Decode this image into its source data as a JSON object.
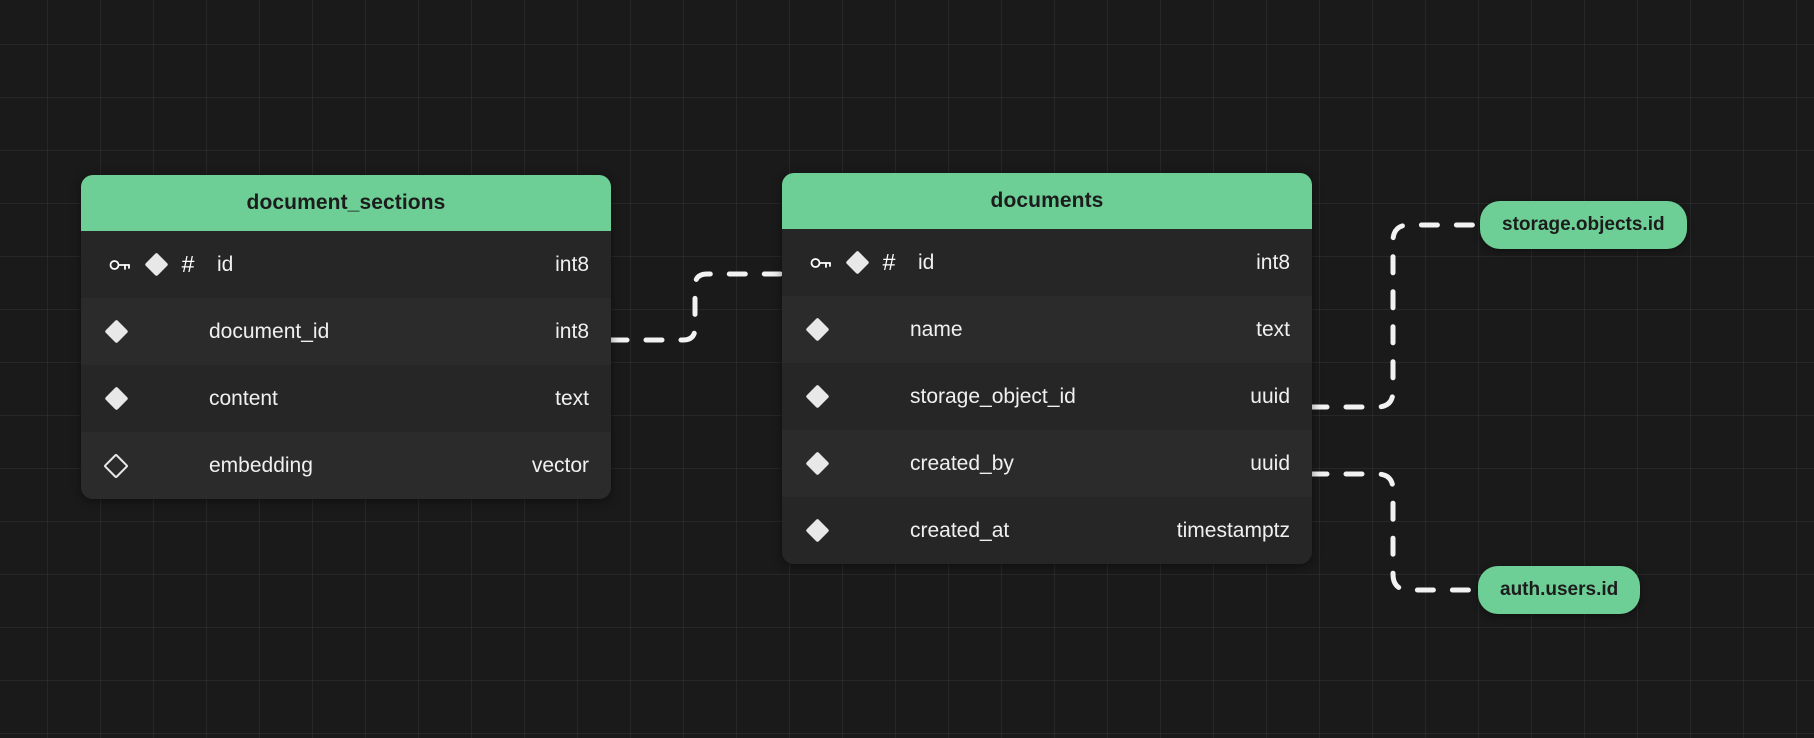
{
  "canvas": {
    "background_color": "#1a1a1a",
    "grid_line_color": "#2b2b2b",
    "accent_color": "#6ECF96"
  },
  "tables": [
    {
      "name": "document_sections",
      "columns": [
        {
          "name": "id",
          "type": "int8",
          "icons": [
            "key-icon",
            "diamond-icon",
            "hash-icon"
          ],
          "primary_key": true,
          "nullable": false
        },
        {
          "name": "document_id",
          "type": "int8",
          "icons": [
            "diamond-icon"
          ],
          "primary_key": false,
          "nullable": false
        },
        {
          "name": "content",
          "type": "text",
          "icons": [
            "diamond-icon"
          ],
          "primary_key": false,
          "nullable": false
        },
        {
          "name": "embedding",
          "type": "vector",
          "icons": [
            "diamond-outline-icon"
          ],
          "primary_key": false,
          "nullable": true
        }
      ]
    },
    {
      "name": "documents",
      "columns": [
        {
          "name": "id",
          "type": "int8",
          "icons": [
            "key-icon",
            "diamond-icon",
            "hash-icon"
          ],
          "primary_key": true,
          "nullable": false
        },
        {
          "name": "name",
          "type": "text",
          "icons": [
            "diamond-icon"
          ],
          "primary_key": false,
          "nullable": false
        },
        {
          "name": "storage_object_id",
          "type": "uuid",
          "icons": [
            "diamond-icon"
          ],
          "primary_key": false,
          "nullable": false
        },
        {
          "name": "created_by",
          "type": "uuid",
          "icons": [
            "diamond-icon"
          ],
          "primary_key": false,
          "nullable": false
        },
        {
          "name": "created_at",
          "type": "timestamptz",
          "icons": [
            "diamond-icon"
          ],
          "primary_key": false,
          "nullable": false
        }
      ]
    }
  ],
  "external_refs": [
    {
      "label": "storage.objects.id"
    },
    {
      "label": "auth.users.id"
    }
  ],
  "relationships": [
    {
      "from": "document_sections.document_id",
      "to": "documents.id"
    },
    {
      "from": "documents.storage_object_id",
      "to": "storage.objects.id"
    },
    {
      "from": "documents.created_by",
      "to": "auth.users.id"
    }
  ]
}
